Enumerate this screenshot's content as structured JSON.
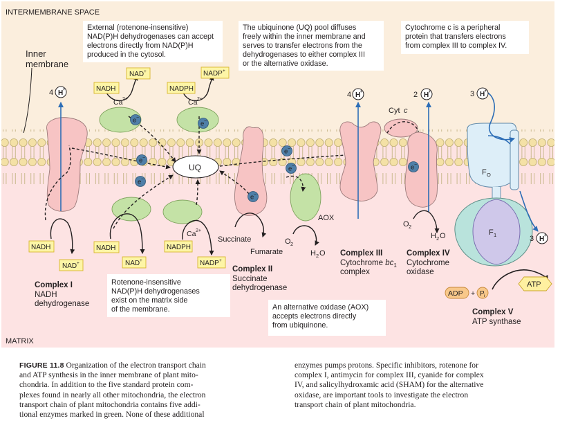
{
  "regions": {
    "intermembrane": "INTERMEMBRANE SPACE",
    "matrix": "MATRIX",
    "inner_membrane": [
      "Inner",
      "membrane"
    ]
  },
  "notes": {
    "external": [
      "External (rotenone-insensitive)",
      "NAD(P)H dehydrogenases can accept",
      "electrons directly from NAD(P)H",
      "produced in the cytosol."
    ],
    "uq_pool": [
      "The ubiquinone (UQ) pool diffuses",
      "freely within the inner membrane and",
      "serves to transfer electrons from the",
      "dehydrogenases to either complex III",
      "or the alternative oxidase."
    ],
    "cytc": [
      "Cytochrome c is a peripheral",
      "protein that transfers electrons",
      "from complex III to complex IV."
    ],
    "internal": [
      "Rotenone-insensitive",
      "NAD(P)H dehydrogenases",
      "exist on the matrix side",
      "of the membrane."
    ],
    "aox": [
      "An alternative oxidase (AOX)",
      "accepts electrons directly",
      "from ubiquinone."
    ]
  },
  "molecules": {
    "nadh": "NADH",
    "nad": "NAD",
    "nadph": "NADPH",
    "nadp": "NADP",
    "plus": "+",
    "ca": "Ca",
    "ca_charge": "2+",
    "electron": "e",
    "minus": "−",
    "uq": "UQ",
    "hplus": "H",
    "succinate": "Succinate",
    "fumarate": "Fumarate",
    "o2": "O",
    "h2o": "H",
    "two": "2",
    "o_letter": "O",
    "cytc_cyt": "Cyt",
    "cytc_c": "c",
    "aox": "AOX",
    "fo": "F",
    "fo_sub": "O",
    "f1": "F",
    "f1_sub": "1",
    "adp": "ADP",
    "pi": "P",
    "pi_sub": "i",
    "atp": "ATP"
  },
  "proton_counts": {
    "c1": "4",
    "c3": "4",
    "c4": "2",
    "c5_in": "3",
    "c5_out": "3"
  },
  "complexes": {
    "c1": {
      "name": "Complex I",
      "desc": [
        "NADH",
        "dehydrogenase"
      ]
    },
    "c2": {
      "name": "Complex II",
      "desc": [
        "Succinate",
        "dehydrogenase"
      ]
    },
    "c3": {
      "name": "Complex III",
      "desc_a": "Cytochrome ",
      "desc_b": "bc",
      "desc_sub": "1",
      "desc_c": "complex"
    },
    "c4": {
      "name": "Complex IV",
      "desc": [
        "Cytochrome",
        "oxidase"
      ]
    },
    "c5": {
      "name": "Complex V",
      "desc": "ATP synthase"
    }
  },
  "caption": {
    "label": "FIGURE 11.8",
    "left_lines": [
      "  Organization of the electron transport chain",
      "and ATP synthesis in the inner membrane of plant mito-",
      "chondria. In addition to the five standard protein com-",
      "plexes found in nearly all other mitochondria, the electron",
      "transport chain of plant mitochondria contains five addi-",
      "tional enzymes marked in green. None of these additional"
    ],
    "right_lines": [
      "enzymes pumps protons. Specific inhibitors, rotenone for",
      "complex I, antimycin for complex III, cyanide for complex",
      "IV, and salicylhydroxamic acid (SHAM) for the alternative",
      "oxidase, are important tools to investigate the electron",
      "transport chain of plant mitochondria."
    ]
  },
  "colors": {
    "ims_bg": "#fbeedd",
    "matrix_bg": "#fde3e3",
    "lipid_head": "#f4e1a6",
    "lipid_head_stroke": "#bfae73",
    "complex_pink": "#f7c4c4",
    "enzyme_green": "#c4e2a6",
    "label_box": "#fdf5a6",
    "label_box_stroke": "#d8b62e",
    "proton_red": "#e3205e",
    "arrow_blue": "#2c6db6",
    "electron_blue": "#4f7fa8",
    "f1_purple": "#cfc8ea",
    "fo_blue": "#ddeef8",
    "atp_yellow": "#fff0a0",
    "adp_orange": "#f8c88a"
  }
}
